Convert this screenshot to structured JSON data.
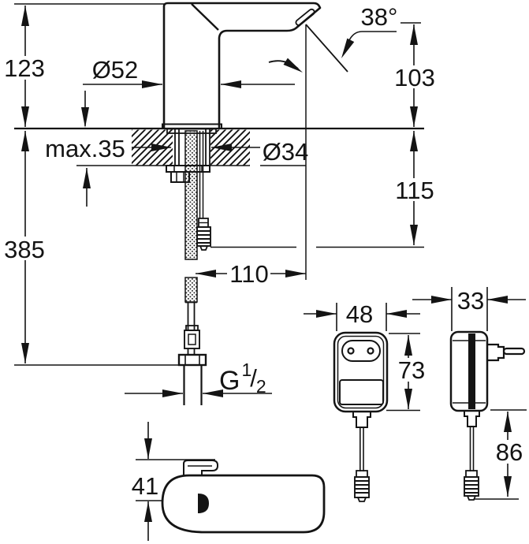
{
  "drawing": {
    "title": "Sensor faucet technical dimension drawing with plug-in power supply",
    "background": "#ffffff",
    "line_color": "#141414",
    "views": {
      "faucet_front": "faucet on mounting deck with flexible supply hose and sensor cable",
      "adapter_front": "power adapter front view",
      "adapter_side": "power adapter side view with mains plug",
      "spout_side": "spout body side view"
    },
    "dimensions": {
      "total_height": "123",
      "body_diameter": "Ø52",
      "spout_angle": "38°",
      "spout_outlet_height": "103",
      "max_deck_thickness": "max.35",
      "mounting_hole_diameter": "Ø34",
      "connector_depth": "115",
      "hose_length": "385",
      "spout_reach": "110",
      "thread": {
        "prefix": "G",
        "numerator": "1",
        "slash": "/",
        "denominator": "2"
      },
      "adapter_width": "48",
      "adapter_height": "73",
      "adapter_depth": "33",
      "adapter_cable_length": "86",
      "spout_body_height": "41"
    }
  }
}
